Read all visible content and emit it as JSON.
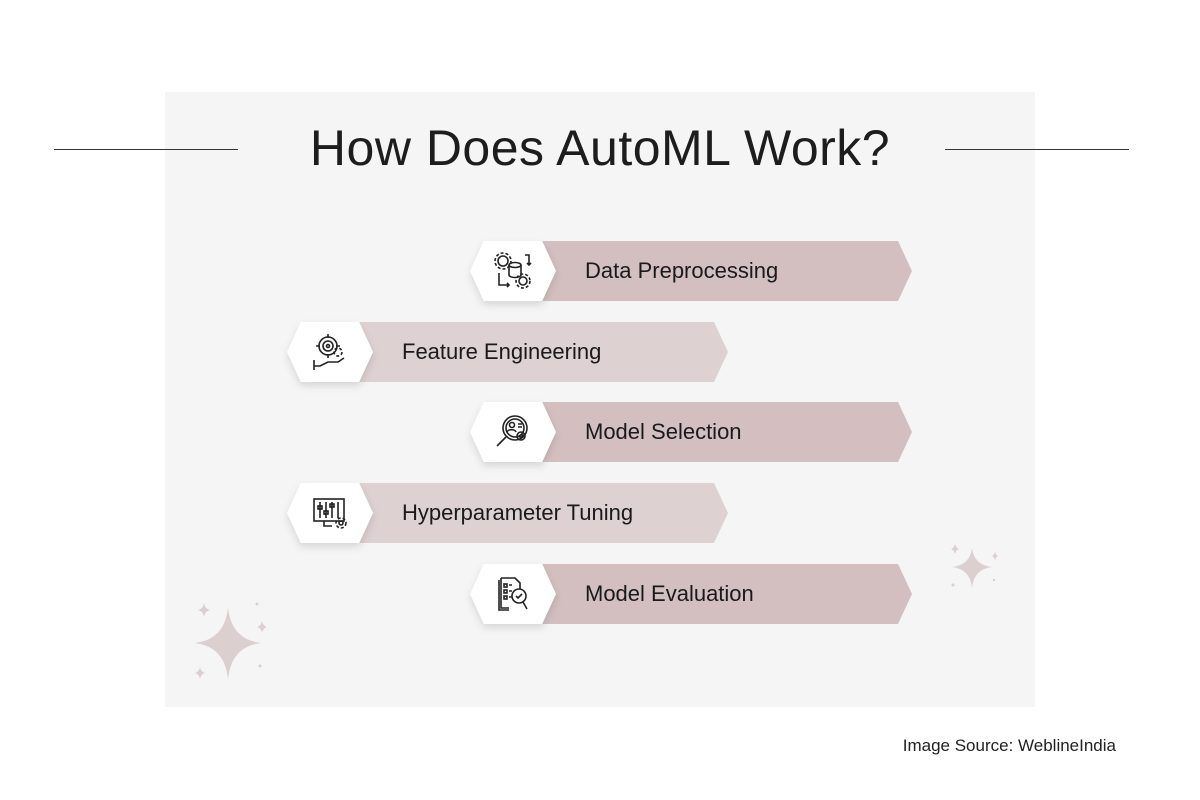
{
  "title": "How Does AutoML Work?",
  "steps": [
    {
      "label": "Data Preprocessing",
      "icon": "gears-database-icon"
    },
    {
      "label": "Feature Engineering",
      "icon": "hand-target-gear-icon"
    },
    {
      "label": "Model Selection",
      "icon": "magnifier-profile-icon"
    },
    {
      "label": "Hyperparameter Tuning",
      "icon": "monitor-sliders-gear-icon"
    },
    {
      "label": "Model Evaluation",
      "icon": "checklist-magnifier-icon"
    }
  ],
  "source": "Image Source: WeblineIndia",
  "colors": {
    "panel": "#f5f5f5",
    "banner_dark": "#d3bfc0",
    "banner_light": "#ddd1d2",
    "sparkle": "#dccfd0"
  }
}
